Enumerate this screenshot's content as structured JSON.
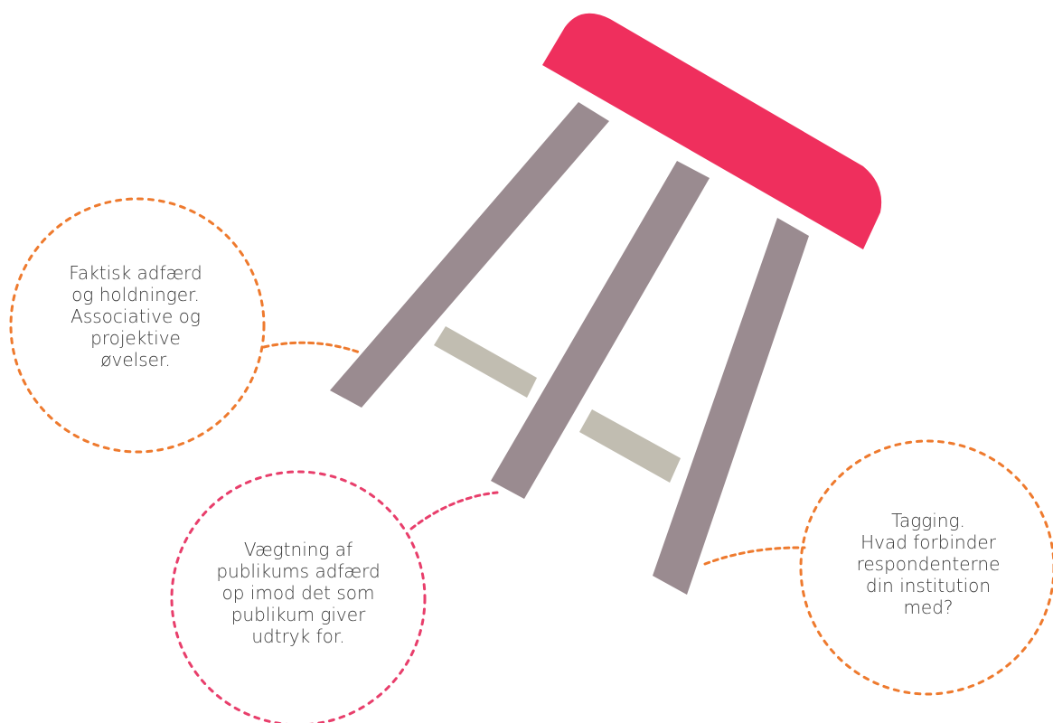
{
  "colors": {
    "seat": "#ef2f5d",
    "leg": "#9a8b90",
    "crossbar": "#c1bdb1",
    "orange_outline": "#ee7a2e",
    "pink_outline": "#e83e6b",
    "text": "#3a3a3a"
  },
  "notes": {
    "left": "Faktisk adfærd\nog holdninger.\nAssociative og\nprojektive\nøvelser.",
    "bottom": "Vægtning af\npublikums adfærd\nop imod det som\npublikum giver\nudtryk for.",
    "right": "Tagging.\nHvad forbinder\nrespondenterne\ndin institution\nmed?"
  }
}
